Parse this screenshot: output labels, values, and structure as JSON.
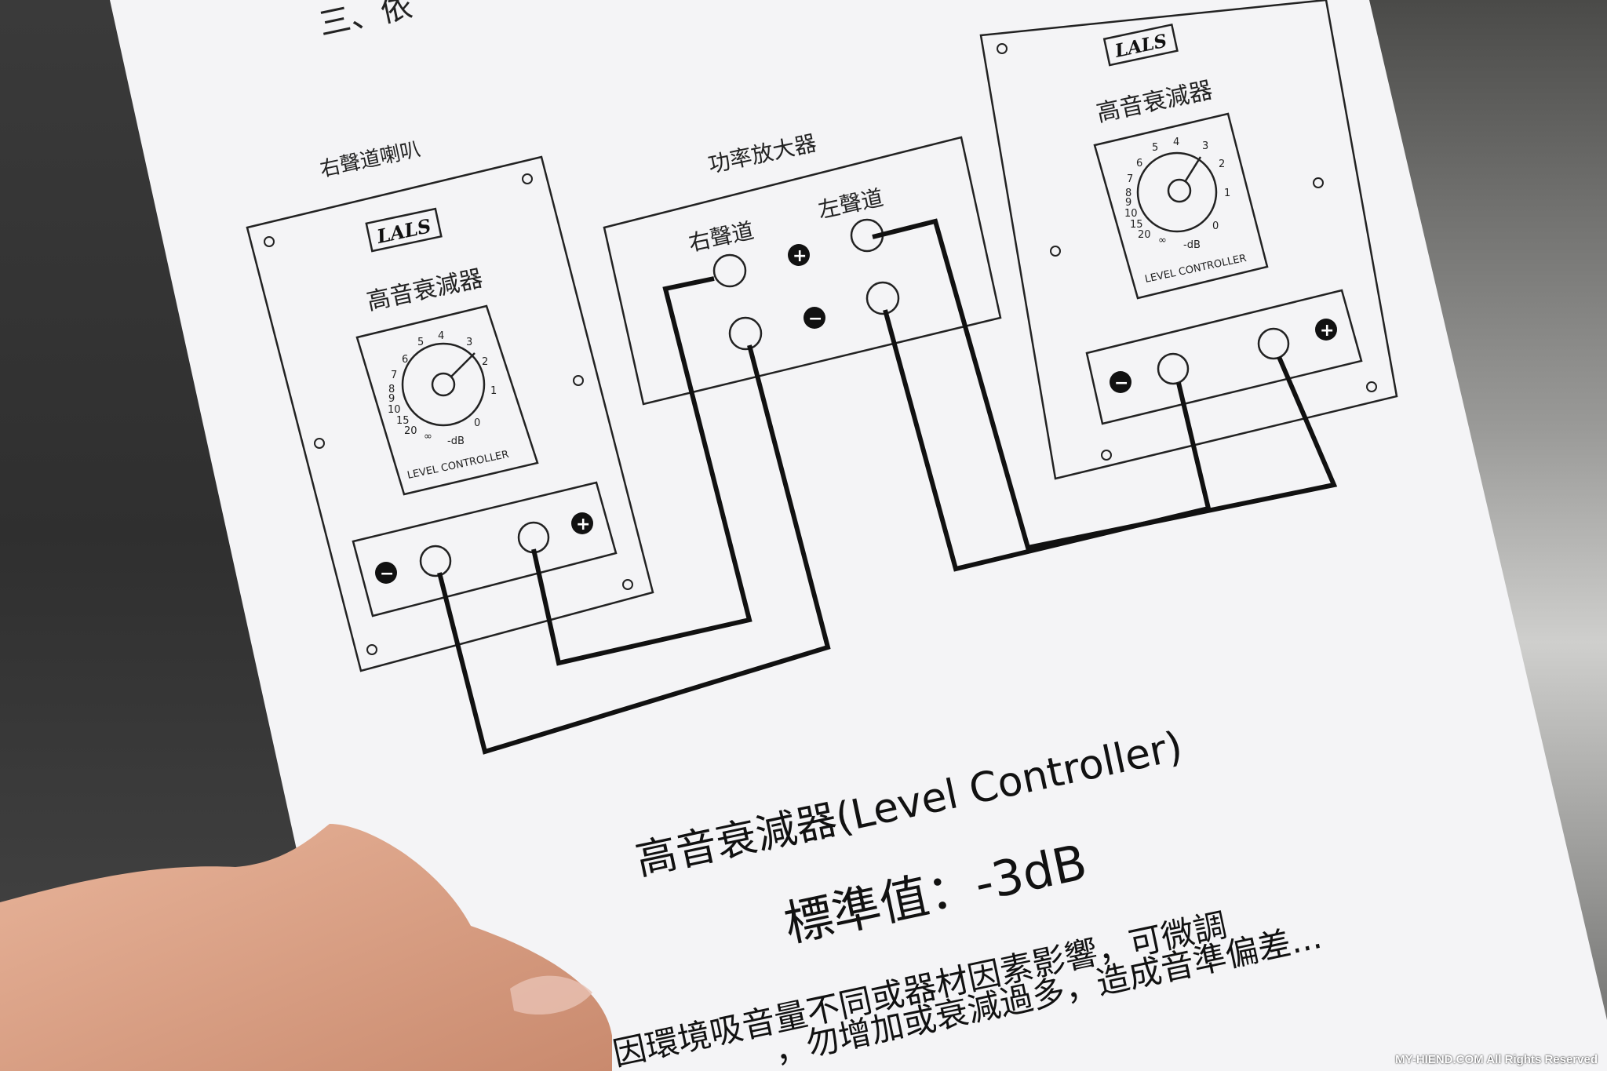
{
  "doc": {
    "section_heading": "三、依",
    "amplifier_label": "功率放大器",
    "amp_right_channel": "右聲道",
    "amp_left_channel": "左聲道",
    "right_speaker_label": "右聲道喇叭",
    "brand_logo": "LALS",
    "attenuator_label": "高音衰減器",
    "dial": {
      "scale": [
        "5",
        "4",
        "3",
        "2",
        "1",
        "0",
        "6",
        "7",
        "8",
        "9",
        "10",
        "15",
        "20",
        "∞"
      ],
      "unit": "-dB",
      "caption": "LEVEL CONTROLLER"
    },
    "plus_symbol": "+",
    "minus_symbol": "−",
    "title_line": "高音衰減器(Level Controller)",
    "standard_value_line": "標準值：-3dB",
    "note_line_1": "因環境吸音量不同或器材因素影響，可微調",
    "note_line_2": "，勿增加或衰減過多，造成音準偏差..."
  },
  "watermark": "MY-HIEND.COM All Rights Reserved",
  "colors": {
    "paper": "#f4f4f6",
    "ink": "#111111",
    "background": "#2b2b2b"
  }
}
